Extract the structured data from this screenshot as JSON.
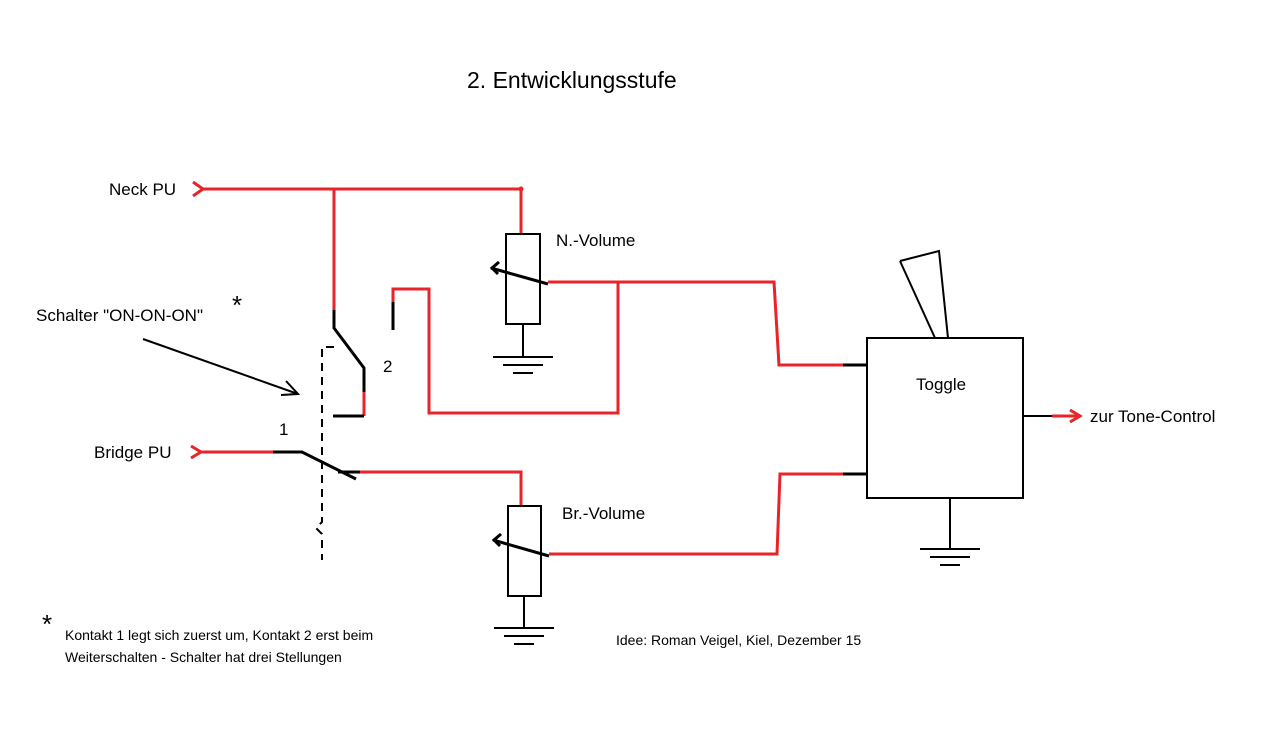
{
  "title": "2. Entwicklungsstufe",
  "labels": {
    "neck_pu": "Neck PU",
    "bridge_pu": "Bridge PU",
    "switch": "Schalter \"ON-ON-ON\"",
    "switch_star": "*",
    "contact_1": "1",
    "contact_2": "2",
    "n_volume": "N.-Volume",
    "br_volume": "Br.-Volume",
    "toggle": "Toggle",
    "tone_control": "zur Tone-Control"
  },
  "footnote": {
    "star": "*",
    "line1": "Kontakt 1 legt sich zuerst um, Kontakt 2 erst beim",
    "line2": "Weiterschalten - Schalter hat drei Stellungen"
  },
  "credit": "Idee: Roman Veigel, Kiel, Dezember 15",
  "colors": {
    "wire": "#e8232a",
    "component": "#000000"
  }
}
